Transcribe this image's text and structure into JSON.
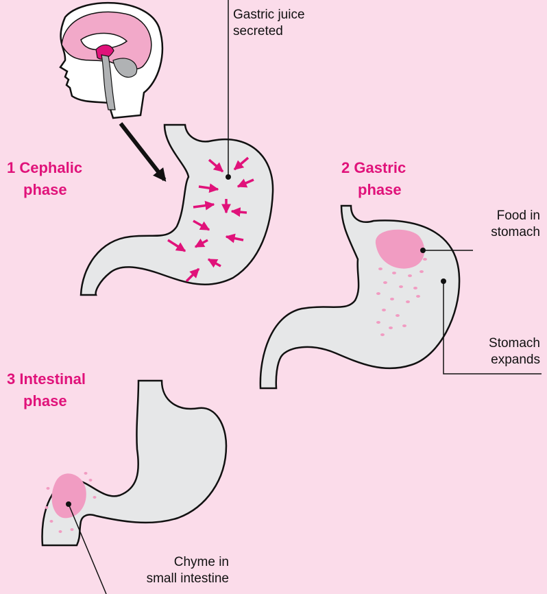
{
  "phases": [
    {
      "number": "1",
      "name_line1": "Cephalic",
      "name_line2": "phase"
    },
    {
      "number": "2",
      "name_line1": "Gastric",
      "name_line2": "phase"
    },
    {
      "number": "3",
      "name_line1": "Intestinal",
      "name_line2": "phase"
    }
  ],
  "labels": {
    "gastric_juice": [
      "Gastric juice",
      "secreted"
    ],
    "food_in_stomach": [
      "Food in",
      "stomach"
    ],
    "stomach_expands": [
      "Stomach",
      "expands"
    ],
    "chyme": [
      "Chyme in",
      "small intestine"
    ]
  },
  "colors": {
    "background": "#fbdcea",
    "accent": "#e0127a",
    "organ_fill": "#e6e7e8",
    "food_pink": "#f19cc2",
    "brain_pink": "#f2a9c9"
  },
  "icons": [
    "head-brain-icon",
    "stomach-icon",
    "arrow-icon"
  ]
}
